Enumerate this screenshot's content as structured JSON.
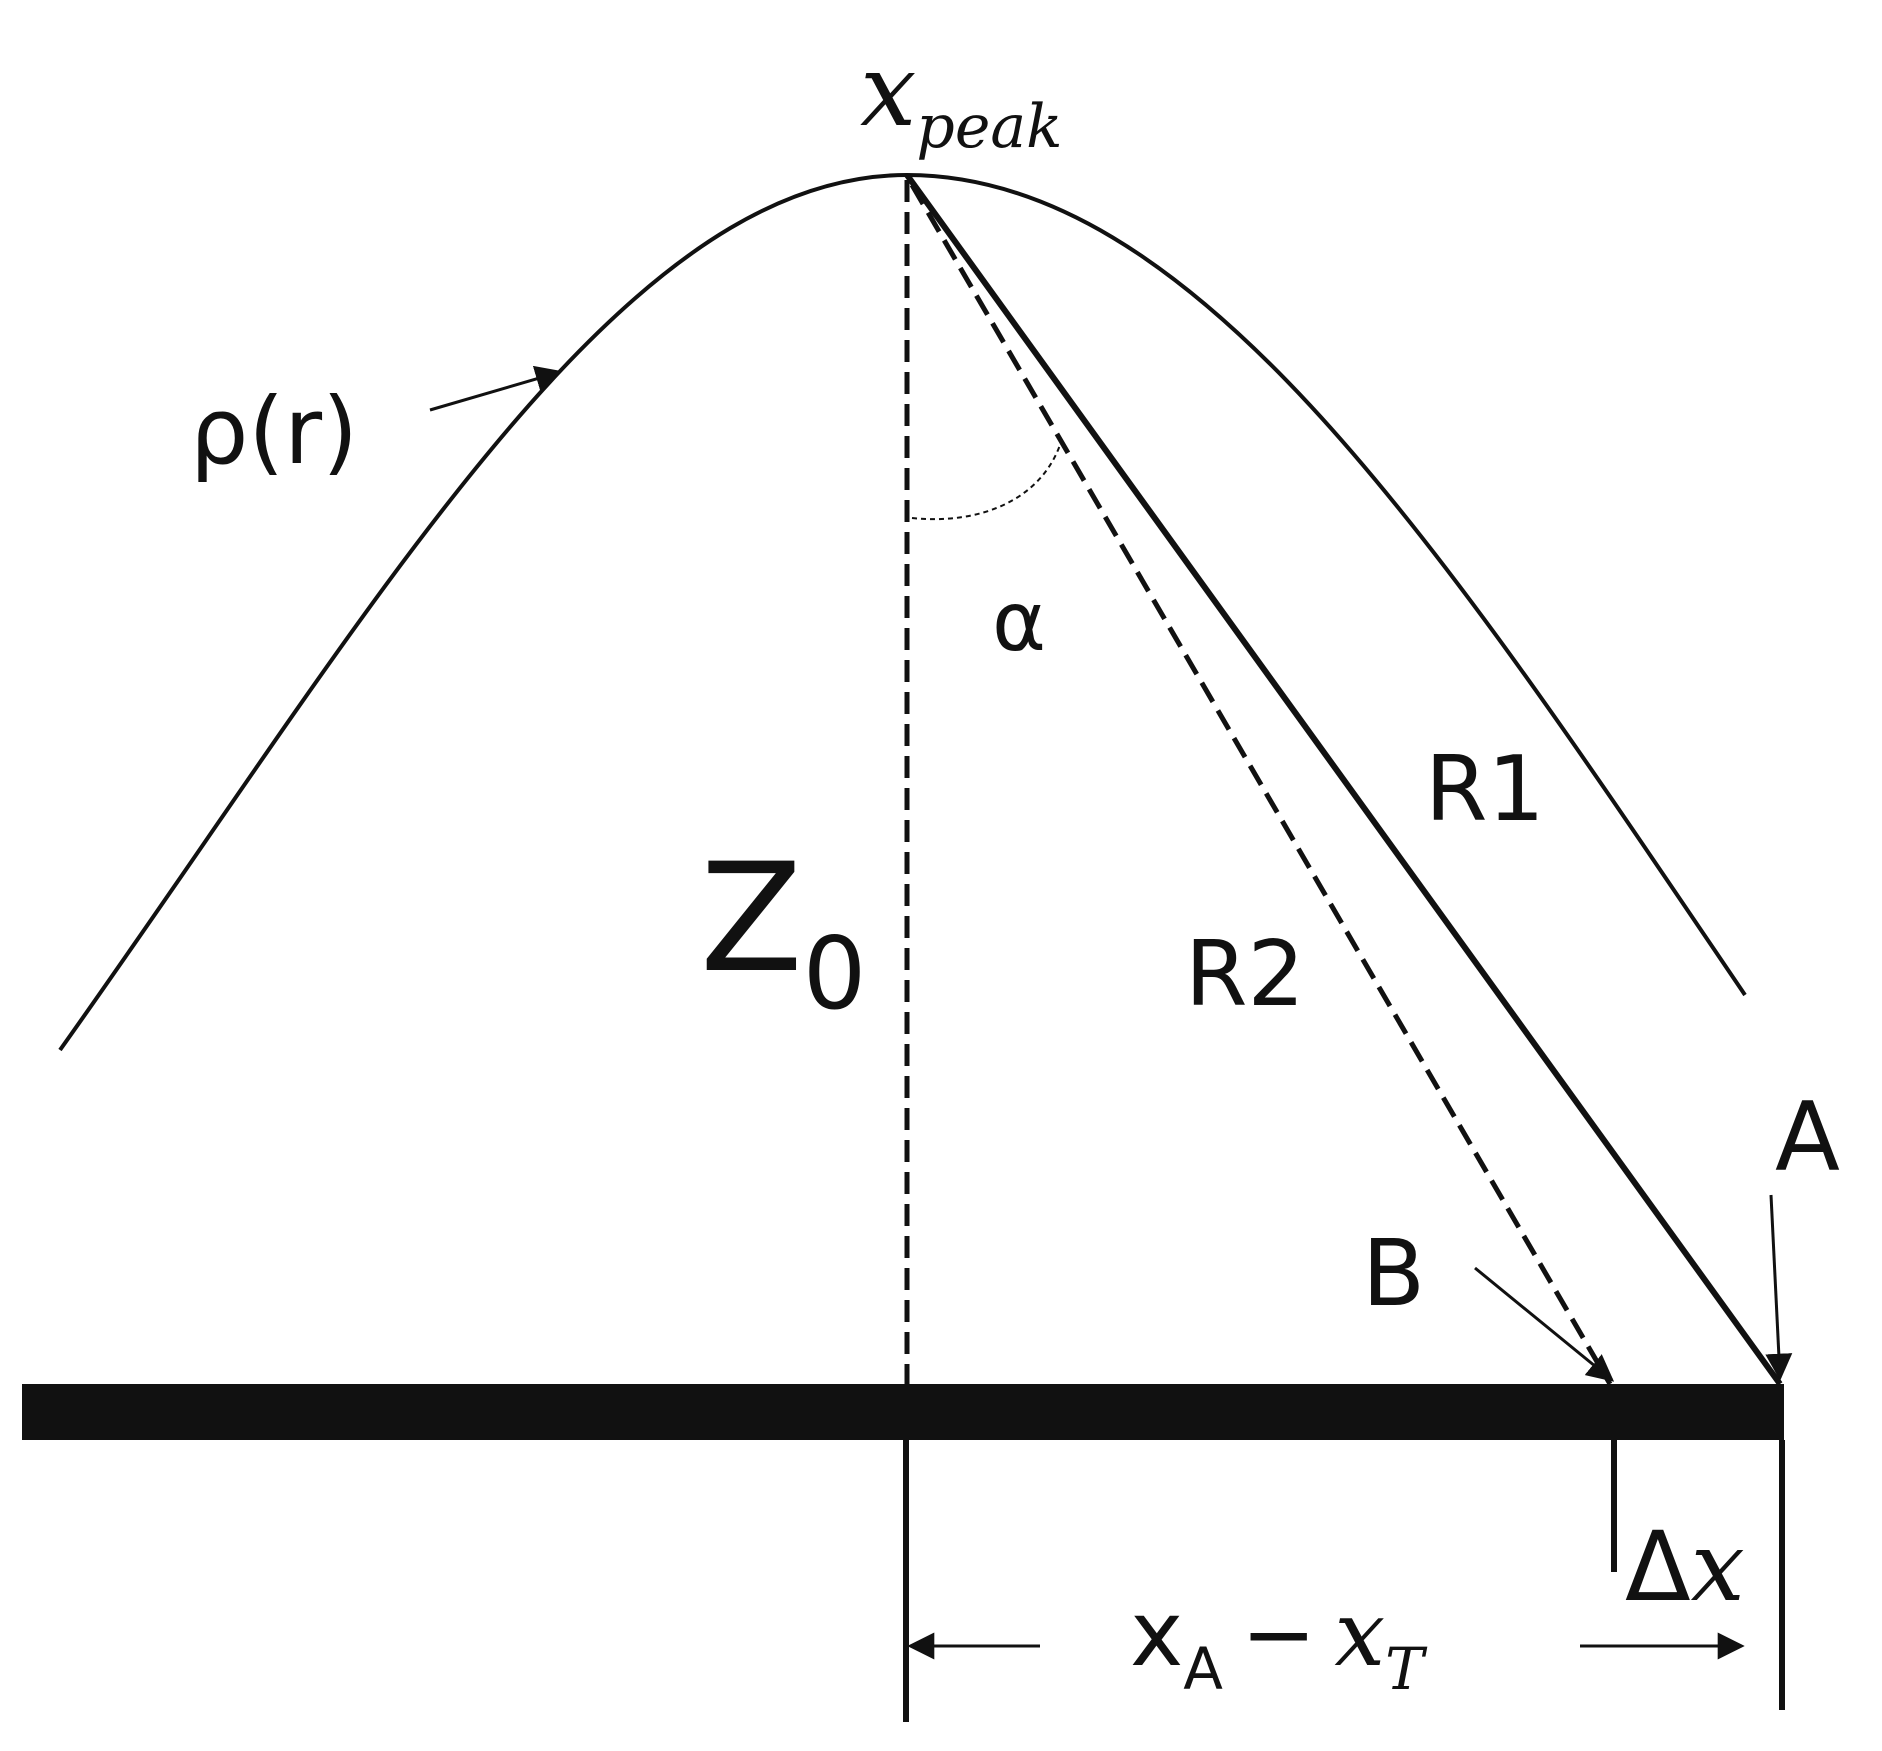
{
  "colors": {
    "ink": "#111111",
    "background": "#ffffff"
  },
  "labels": {
    "peak_x": "x",
    "peak_sub": "peak",
    "density": "ρ(r)",
    "alpha": "α",
    "z0_main": "Z",
    "z0_sub": "0",
    "r1": "R1",
    "r2": "R2",
    "point_a": "A",
    "point_b": "B",
    "delta": "Δ",
    "delta_x": "x",
    "dist_xa": "x",
    "dist_xa_sub": "A",
    "dist_minus": "−",
    "dist_xt": "x",
    "dist_xt_sub": "T"
  }
}
